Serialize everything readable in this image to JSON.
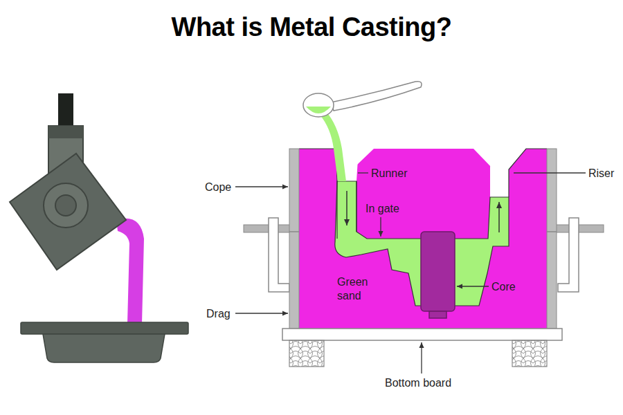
{
  "diagram": {
    "title": "What is Metal Casting?",
    "labels": [
      "Runner",
      "Riser",
      "Cope",
      "In gate",
      "Green sand",
      "Core",
      "Drag",
      "Bottom board"
    ]
  }
}
